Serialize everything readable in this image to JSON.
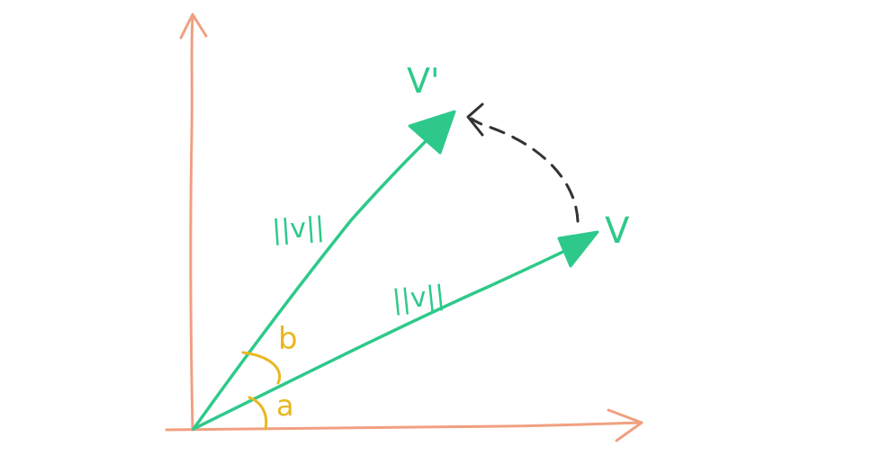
{
  "colors": {
    "axis": "#f0a080",
    "vector": "#2ec98a",
    "angle": "#e8b820",
    "rotation_arrow": "#333333",
    "background": "#ffffff"
  },
  "labels": {
    "v_rotated": "V'",
    "v_original": "V",
    "norm_rotated": "||v||",
    "norm_original": "||v||",
    "angle_a": "a",
    "angle_b": "b"
  }
}
